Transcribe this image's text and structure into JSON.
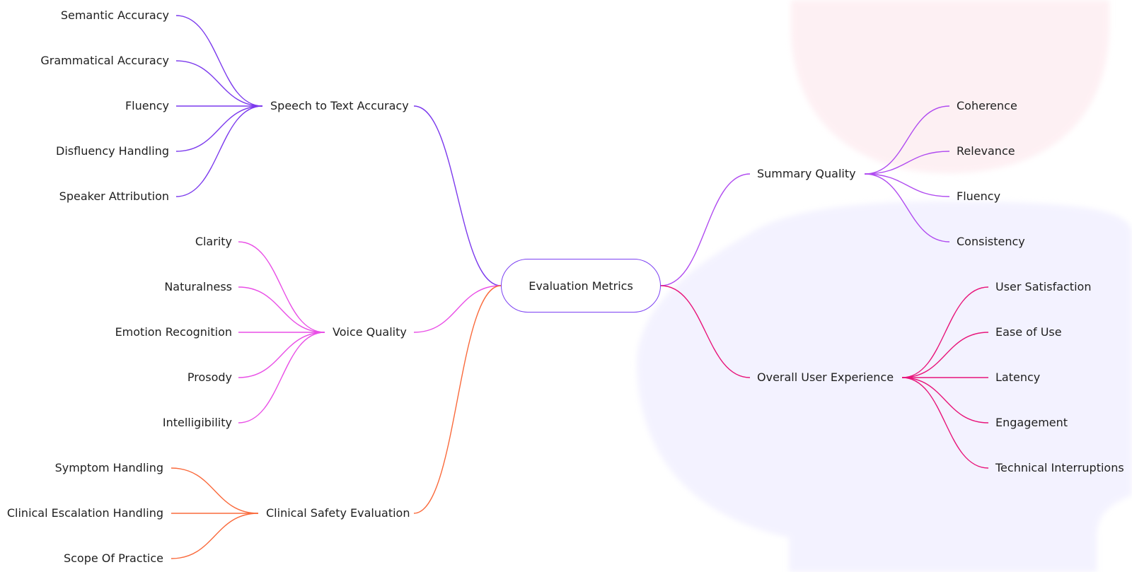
{
  "mindmap": {
    "root": {
      "label": "Evaluation Metrics"
    },
    "branches": [
      {
        "label": "Speech to Text Accuracy",
        "side": "left",
        "color": "#7c3aed",
        "children": [
          "Semantic Accuracy",
          "Grammatical Accuracy",
          "Fluency",
          "Disfluency Handling",
          "Speaker Attribution"
        ]
      },
      {
        "label": "Voice Quality",
        "side": "left",
        "color": "#e94ee6",
        "children": [
          "Clarity",
          "Naturalness",
          "Emotion Recognition",
          "Prosody",
          "Intelligibility"
        ]
      },
      {
        "label": "Clinical Safety Evaluation",
        "side": "left",
        "color": "#fa6a3c",
        "children": [
          "Symptom Handling",
          "Clinical Escalation Handling",
          "Scope Of Practice"
        ]
      },
      {
        "label": "Summary Quality",
        "side": "right",
        "color": "#b04bf0",
        "children": [
          "Coherence",
          "Relevance",
          "Fluency",
          "Consistency"
        ]
      },
      {
        "label": "Overall User Experience",
        "side": "right",
        "color": "#e8157b",
        "children": [
          "User Satisfaction",
          "Ease of Use",
          "Latency",
          "Engagement",
          "Technical Interruptions"
        ]
      }
    ]
  },
  "theme": {
    "root_border": "#7b3ff2",
    "background": "#ffffff",
    "blob_pink": "#fde4ea",
    "blob_lavender": "#eceaff"
  }
}
